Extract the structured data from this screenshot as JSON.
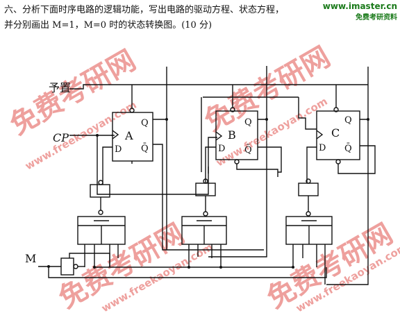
{
  "question": {
    "line1": "六、分析下面时序电路的逻辑功能，写出电路的驱动方程、状态方程，",
    "line2": "并分别画出 M=1，M=0 时的状态转换图。(10 分)"
  },
  "site": {
    "url": "www.imaster.cn",
    "name": "免费考研资料"
  },
  "watermark": {
    "cn": "免费考研网",
    "en": "www.freekaoyan.com"
  },
  "circuit": {
    "preset_label": "予置",
    "cp_label": "CP",
    "m_label": "M",
    "flipflops": [
      {
        "name": "A",
        "q": "Q",
        "qbar": "Q̄",
        "d": "D"
      },
      {
        "name": "B",
        "q": "Q",
        "qbar": "Q̄",
        "d": "D"
      },
      {
        "name": "C",
        "q": "Q",
        "qbar": "Q̄",
        "d": "D"
      }
    ]
  },
  "colors": {
    "line": "#111111",
    "watermark": "#e0524e",
    "site_green": "#1a7a1a"
  }
}
